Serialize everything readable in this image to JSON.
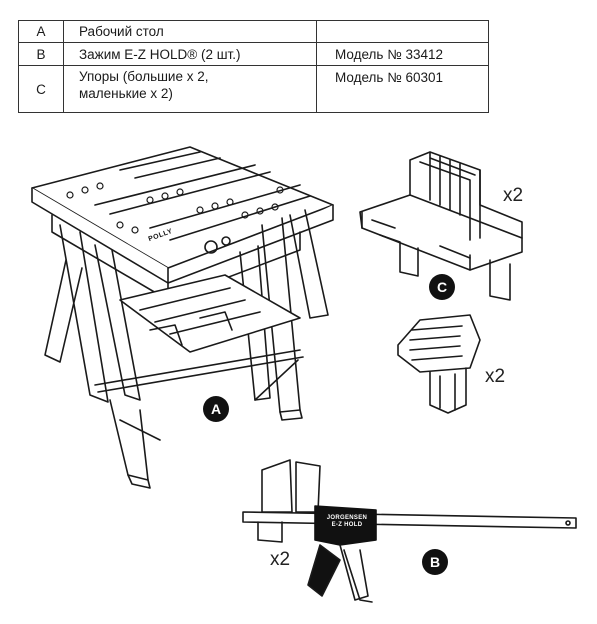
{
  "parts_table": {
    "rows": [
      {
        "letter": "A",
        "description": "Рабочий стол",
        "model": ""
      },
      {
        "letter": "B",
        "description": "Зажим E-Z HOLD® (2 шт.)",
        "model": "Модель № 33412"
      },
      {
        "letter": "C",
        "description_line1": "Упоры (большие x 2,",
        "description_line2": "маленькие x 2)",
        "model": "Модель № 60301"
      }
    ]
  },
  "illustration": {
    "stops_qty_large": "x2",
    "stops_qty_small": "x2",
    "clamp_qty": "x2",
    "badge_a": "A",
    "badge_b": "B",
    "badge_c": "C",
    "clamp_brand_line1": "JORGENSEN",
    "clamp_brand_line2": "E-Z HOLD",
    "workbench_stamp": "POLLY"
  }
}
